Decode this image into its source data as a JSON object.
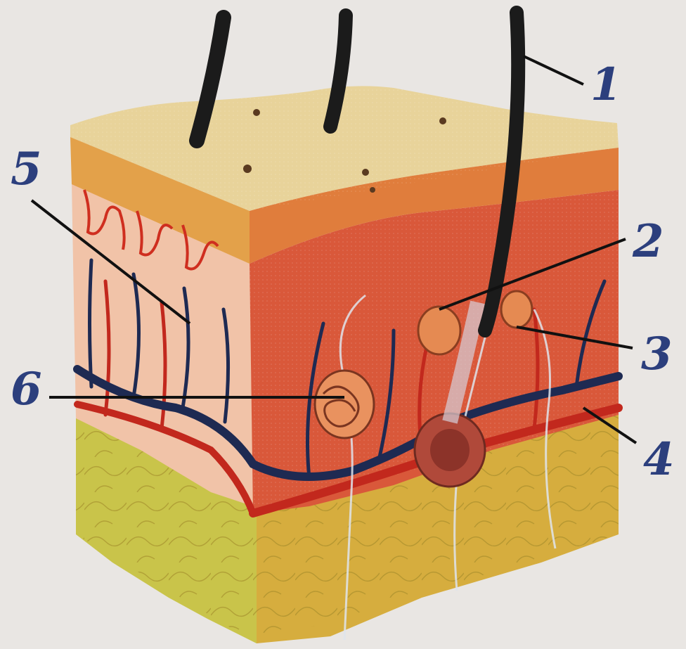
{
  "diagram": {
    "callouts": [
      {
        "id": "1",
        "text": "1",
        "part": "hair"
      },
      {
        "id": "2",
        "text": "2",
        "part": "sebaceous-gland"
      },
      {
        "id": "3",
        "text": "3",
        "part": "hair-follicle"
      },
      {
        "id": "4",
        "text": "4",
        "part": "artery"
      },
      {
        "id": "5",
        "text": "5",
        "part": "nerve-ending"
      },
      {
        "id": "6",
        "text": "6",
        "part": "sweat-gland"
      }
    ],
    "colors": {
      "background": "#e9e6e3",
      "epidermis": "#e8d39a",
      "dermis": "#d9583a",
      "subcutaneous": "#c9b542",
      "vein": "#1e2a52",
      "artery": "#c2281d",
      "hair": "#1b1b1b",
      "label": "#2c3f7d"
    }
  }
}
